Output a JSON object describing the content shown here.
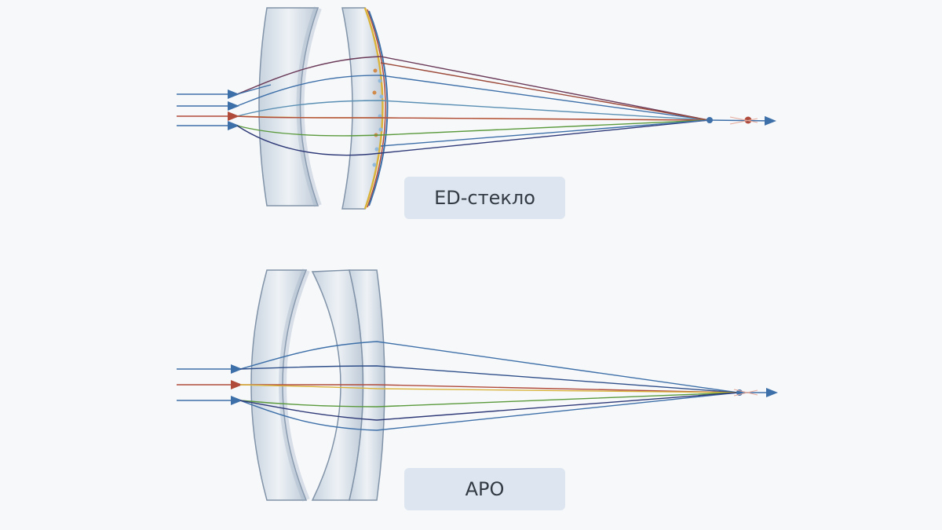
{
  "labels": {
    "ed_glass": "ED-стекло",
    "apo": "APO"
  },
  "colors": {
    "background": "#f7f8fa",
    "label_bg": "#dde6f0",
    "label_text": "#333a44",
    "lens_fill": "#d3dde8",
    "lens_stroke": "#8193a8",
    "ray_blue": "#3d6fa8",
    "ray_red": "#b04a3a",
    "ray_green": "#5a9a3c",
    "ray_yellow": "#d9b33a",
    "ray_navy": "#2f3a78"
  },
  "diagrams": [
    {
      "id": "ed-glass",
      "description_label_key": "ed_glass",
      "elements": [
        "meniscus-lens",
        "ed-glass-lens"
      ],
      "focus": "single-point-with-residual-red"
    },
    {
      "id": "apo",
      "description_label_key": "apo",
      "elements": [
        "meniscus-lens",
        "doublet-lens-a",
        "doublet-lens-b"
      ],
      "focus": "single-point"
    }
  ]
}
